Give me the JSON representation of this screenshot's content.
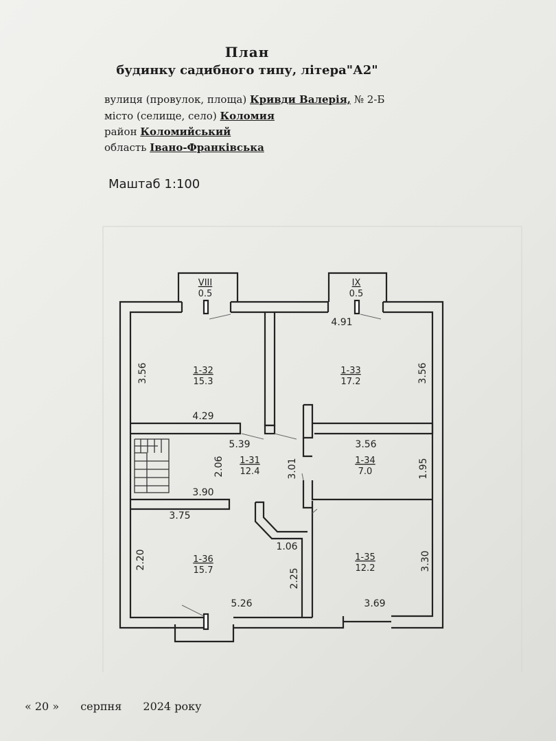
{
  "header": {
    "title": "План",
    "subtitle": "будинку садибного типу, літера\"А2\"",
    "street_label": "вулиця (провулок,  площа)",
    "street_value": "Кривди Валерія,",
    "number": "№ 2-Б",
    "city_label": "місто (селище, село)",
    "city_value": "Коломия",
    "district_label": "район",
    "district_value": "Коломийський",
    "region_label": "область",
    "region_value": "Івано-Франківська",
    "scale": "Маштаб 1:100"
  },
  "balconies": [
    {
      "numeral": "VIII",
      "value": "0.5"
    },
    {
      "numeral": "IX",
      "value": "0.5"
    }
  ],
  "rooms": [
    {
      "id": "1-32",
      "area": "15.3"
    },
    {
      "id": "1-33",
      "area": "17.2"
    },
    {
      "id": "1-31",
      "area": "12.4"
    },
    {
      "id": "1-34",
      "area": "7.0"
    },
    {
      "id": "1-36",
      "area": "15.7"
    },
    {
      "id": "1-35",
      "area": "12.2"
    }
  ],
  "dimensions": [
    "3.56",
    "4.29",
    "4.91",
    "3.56",
    "5.39",
    "2.06",
    "3.90",
    "3.01",
    "3.56",
    "1.95",
    "3.75",
    "1.06",
    "2.20",
    "2.25",
    "5.26",
    "3.69",
    "3.30"
  ],
  "footer": {
    "day": "« 20 »",
    "month": "серпня",
    "year": "2024 року"
  }
}
